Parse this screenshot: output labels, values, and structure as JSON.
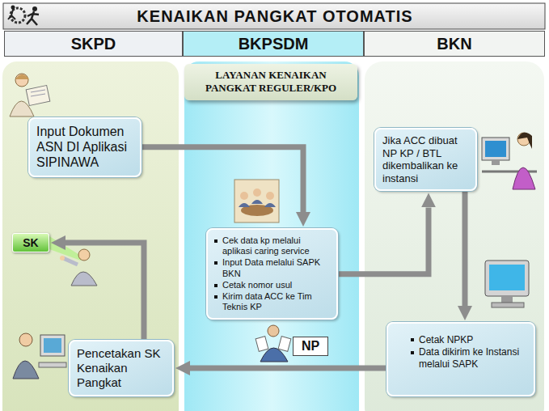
{
  "diagram": {
    "title": "KENAIKAN PANGKAT OTOMATIS",
    "nodes": [
      {
        "text": [
          "SKPD"
        ]
      },
      {
        "text": [
          "BKPSDM"
        ]
      },
      {
        "text": [
          "BKN"
        ]
      },
      {
        "text": [
          "LAYANAN KENAIKAN PANGKAT REGULER/KPO"
        ]
      },
      {
        "text": [
          "Input Dokumen ASN DI Aplikasi SIPINAWA"
        ]
      },
      {
        "text": [
          "SK"
        ]
      },
      {
        "text": [
          "Cek data kp melalui aplikasi caring service",
          "Input Data melalui SAPK BKN",
          "Cetak nomor usul",
          "Kirim data ACC ke Tim Teknis KP"
        ]
      },
      {
        "text": [
          "Jika ACC dibuat NP KP / BTL dikembalikan ke instansi"
        ]
      },
      {
        "text": [
          "NP"
        ]
      },
      {
        "text": [
          "Cetak NPKP",
          "Data dikirim ke Instansi melalui SAPK"
        ]
      },
      {
        "text": [
          "Pencetakan SK Kenaikan Pangkat"
        ]
      }
    ],
    "edges": [
      {
        "from": 4,
        "to": 6,
        "arrow": "to"
      },
      {
        "from": 6,
        "to": 7,
        "arrow": "to"
      },
      {
        "from": 7,
        "to": 9,
        "arrow": "to"
      },
      {
        "from": 9,
        "to": 10,
        "arrow": "to"
      },
      {
        "from": 10,
        "to": 5,
        "arrow": "to"
      }
    ]
  }
}
